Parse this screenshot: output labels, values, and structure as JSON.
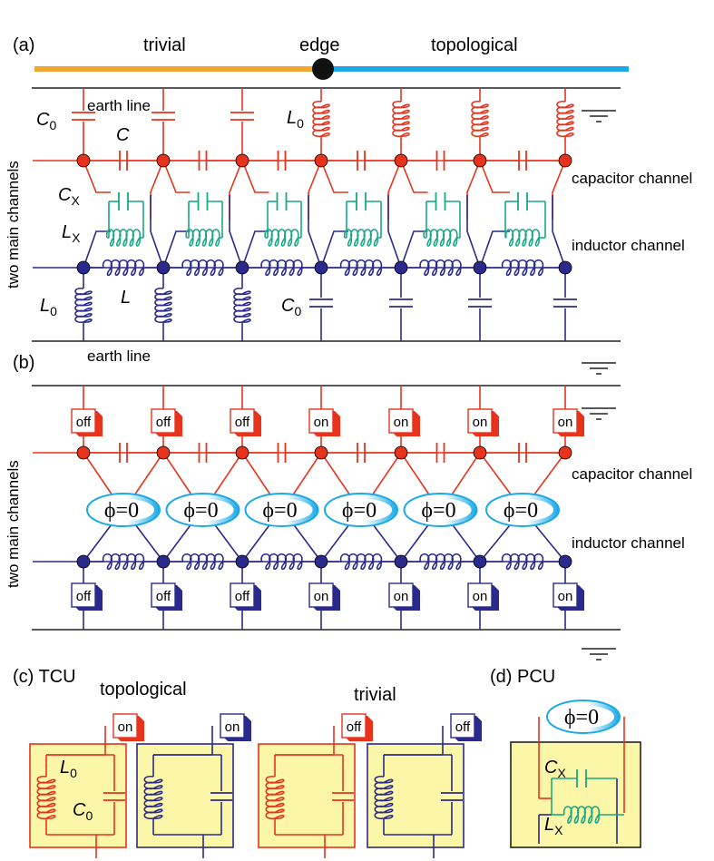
{
  "panel_a": {
    "label": "(a)",
    "trivial": "trivial",
    "edge": "edge",
    "topological": "topological",
    "earth_top": "earth line",
    "earth_bottom": "earth line",
    "c0_top": {
      "main": "C",
      "sub": "0"
    },
    "c_label": "C",
    "cx": {
      "main": "C",
      "sub": "X"
    },
    "lx": {
      "main": "L",
      "sub": "X"
    },
    "l0_top": {
      "main": "L",
      "sub": "0"
    },
    "l0_bottom": {
      "main": "L",
      "sub": "0"
    },
    "l_label": "L",
    "c0_bottom": {
      "main": "C",
      "sub": "0"
    },
    "capacitor_channel": "capacitor channel",
    "inductor_channel": "inductor channel",
    "side": "two main channels"
  },
  "panel_b": {
    "label": "(b)",
    "top_switches": [
      "off",
      "off",
      "off",
      "on",
      "on",
      "on",
      "on"
    ],
    "bottom_switches": [
      "off",
      "off",
      "off",
      "on",
      "on",
      "on",
      "on"
    ],
    "phi": "ϕ=0",
    "capacitor_channel": "capacitor channel",
    "inductor_channel": "inductor channel",
    "side": "two main channels"
  },
  "panel_c": {
    "label": "(c)  TCU",
    "topological": "topological",
    "trivial": "trivial",
    "sw1": "on",
    "sw2": "on",
    "sw3": "off",
    "sw4": "off",
    "l0": {
      "main": "L",
      "sub": "0"
    },
    "c0": {
      "main": "C",
      "sub": "0"
    }
  },
  "panel_d": {
    "label": "(d)  PCU",
    "phi": "ϕ=0",
    "cx": {
      "main": "C",
      "sub": "X"
    },
    "lx": {
      "main": "L",
      "sub": "X"
    }
  },
  "colors": {
    "red": "#e8331c",
    "blue": "#2a2a8c",
    "green": "#1aa884",
    "orange": "#f0a830",
    "cyan": "#19a9e6",
    "box": "#fbf6a8"
  }
}
